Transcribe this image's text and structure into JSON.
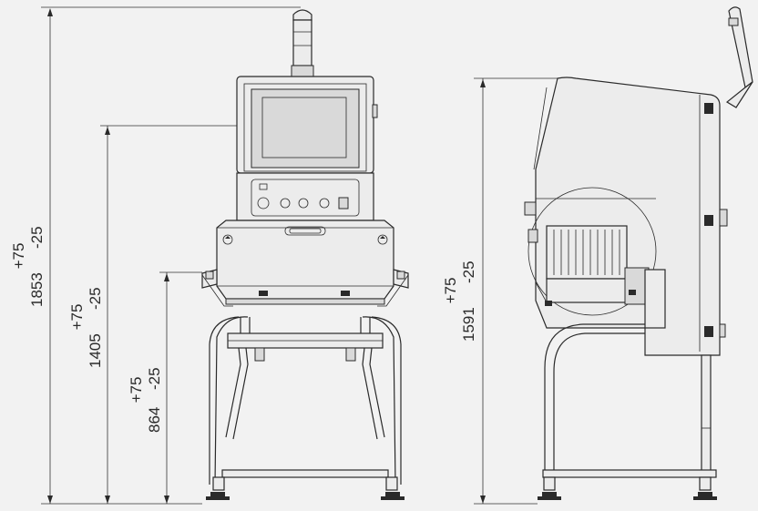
{
  "dimensions": [
    {
      "id": "overall-height",
      "value": "1853",
      "plus": "+75",
      "minus": "-25"
    },
    {
      "id": "screen-height",
      "value": "1405",
      "plus": "+75",
      "minus": "-25"
    },
    {
      "id": "conveyor-height",
      "value": "864",
      "plus": "+75",
      "minus": "-25"
    },
    {
      "id": "side-height",
      "value": "1591",
      "plus": "+75",
      "minus": "-25"
    }
  ]
}
